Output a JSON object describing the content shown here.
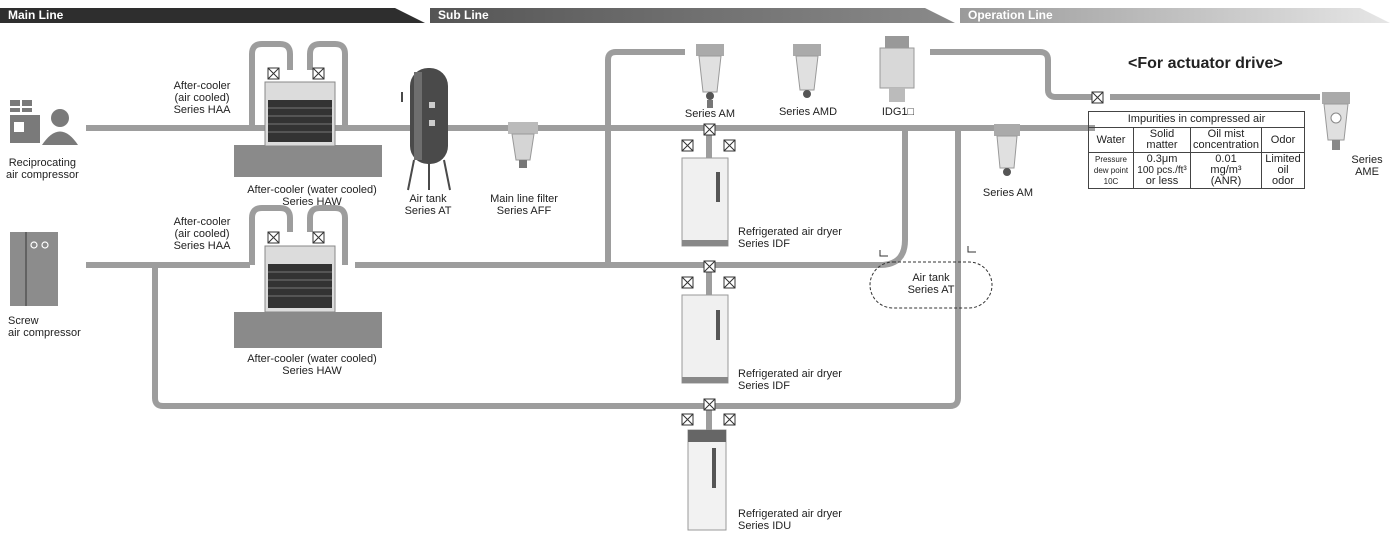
{
  "headers": {
    "main": "Main Line",
    "sub": "Sub Line",
    "operation": "Operation Line"
  },
  "labels": {
    "recip_compressor": [
      "Reciprocating",
      "air compressor"
    ],
    "screw_compressor": [
      "Screw",
      "air compressor"
    ],
    "aftercooler_air_1": [
      "After-cooler",
      "(air cooled)",
      "Series HAA"
    ],
    "aftercooler_air_2": [
      "After-cooler",
      "(air cooled)",
      "Series HAA"
    ],
    "aftercooler_water_1": [
      "After-cooler (water cooled)",
      "Series HAW"
    ],
    "aftercooler_water_2": [
      "After-cooler (water cooled)",
      "Series HAW"
    ],
    "air_tank_main": [
      "Air tank",
      "Series AT"
    ],
    "main_line_filter": [
      "Main line filter",
      "Series AFF"
    ],
    "series_am_top": "Series AM",
    "series_amd": "Series AMD",
    "idg": "IDG1□",
    "series_am_right": "Series AM",
    "air_tank_bubble": [
      "Air tank",
      "Series AT"
    ],
    "dryer_1": [
      "Refrigerated air dryer",
      "Series IDF"
    ],
    "dryer_2": [
      "Refrigerated air dryer",
      "Series IDF"
    ],
    "dryer_3": [
      "Refrigerated air dryer",
      "Series IDU"
    ],
    "series_ame": [
      "Series",
      "AME"
    ],
    "actuator_title": "<For actuator drive>"
  },
  "impurities_table": {
    "title": "Impurities in compressed air",
    "headers": [
      "Water",
      "Solid matter",
      "Oil mist concentration",
      "Odor"
    ],
    "water": [
      "Pressure",
      "dew point",
      "10C"
    ],
    "solid": [
      "0.3μm",
      "100 pcs./ft³",
      "or less"
    ],
    "oil": [
      "0.01",
      "mg/m³",
      "(ANR)"
    ],
    "odor": [
      "Limited",
      "oil",
      "odor"
    ]
  },
  "colors": {
    "pipe": "#9d9d9d",
    "header_dark": "#333333",
    "header_mid": "#6a6a6a",
    "header_light": "#a8a8a8"
  }
}
